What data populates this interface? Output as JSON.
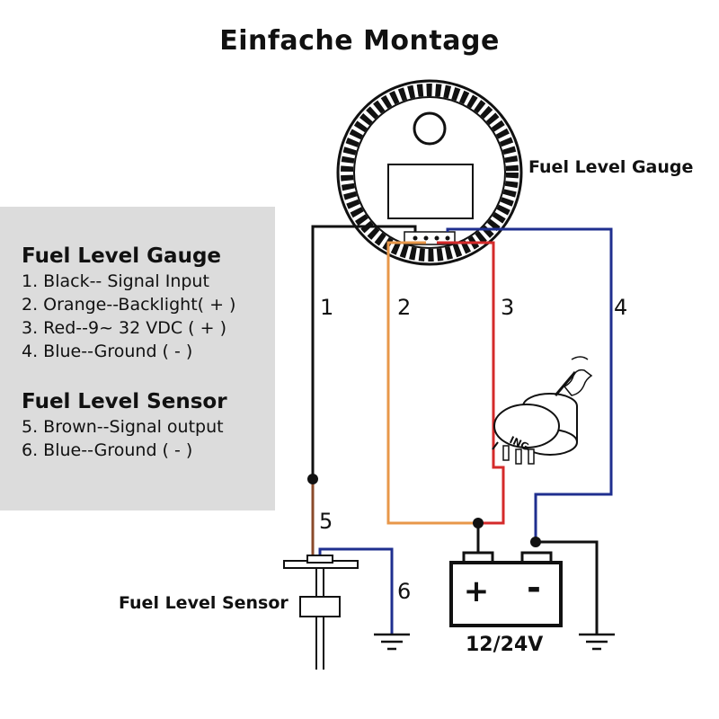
{
  "title": "Einfache Montage",
  "legend": {
    "gauge_heading": "Fuel Level Gauge",
    "gauge_items": [
      "1. Black-- Signal Input",
      "2. Orange--Backlight( + )",
      "3. Red--9~ 32 VDC ( + )",
      "4. Blue--Ground ( - )"
    ],
    "sensor_heading": "Fuel Level Sensor",
    "sensor_items": [
      "5. Brown--Signal output",
      "6. Blue--Ground ( - )"
    ]
  },
  "labels": {
    "gauge": "Fuel Level Gauge",
    "sensor": "Fuel Level Sensor",
    "battery": "12/24V",
    "ignition": "ING",
    "battery_plus": "+",
    "battery_minus": "-"
  },
  "wires": [
    {
      "number": "1",
      "color": "#111111"
    },
    {
      "number": "2",
      "color": "#e8974a"
    },
    {
      "number": "3",
      "color": "#d42a2a"
    },
    {
      "number": "4",
      "color": "#1f2f8f"
    },
    {
      "number": "5",
      "color": "#8a4a2a"
    },
    {
      "number": "6",
      "color": "#1f2f8f"
    }
  ]
}
